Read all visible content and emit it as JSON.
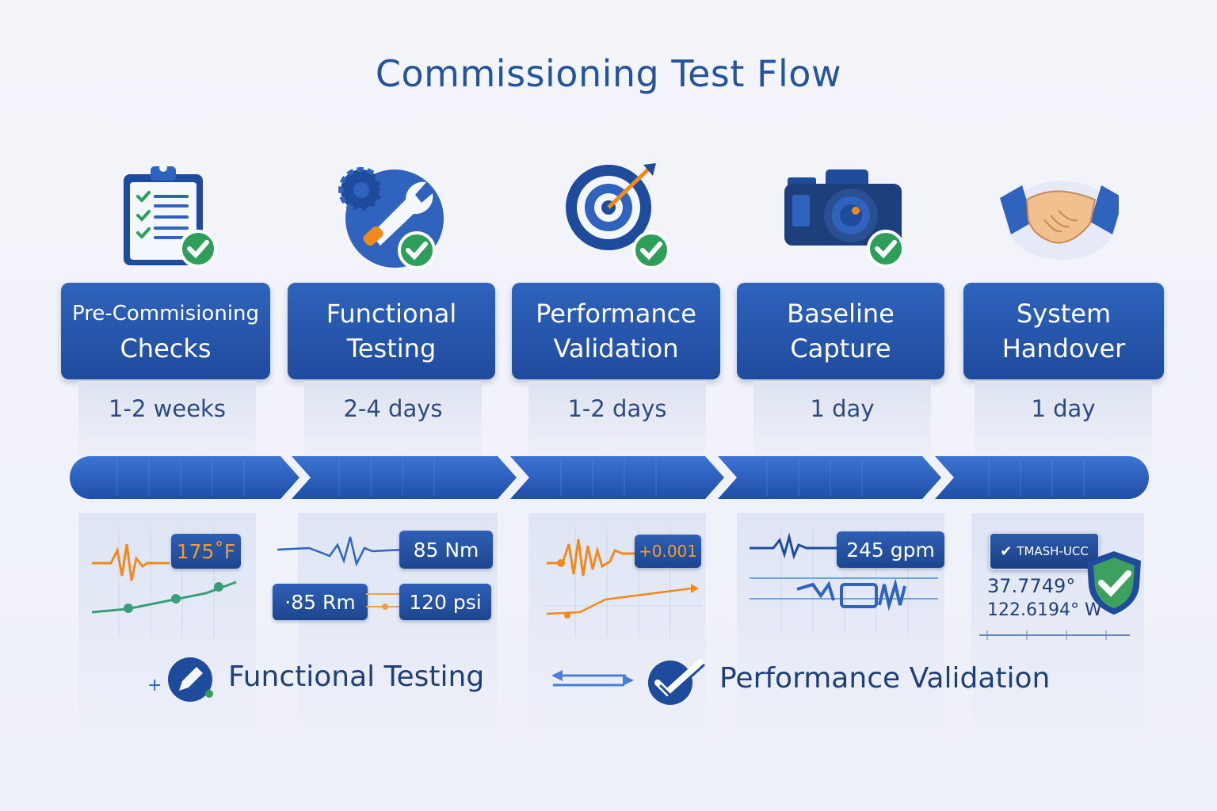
{
  "title": "Commissioning Test Flow",
  "stages": [
    {
      "label_line1": "Pre-Commisioning",
      "label_line2": "Checks",
      "duration": "1-2 weeks",
      "icon": "clipboard-check-icon"
    },
    {
      "label_line1": "Functional",
      "label_line2": "Testing",
      "duration": "2-4 days",
      "icon": "wrench-gear-icon"
    },
    {
      "label_line1": "Performance",
      "label_line2": "Validation",
      "duration": "1-2 days",
      "icon": "target-arrow-icon"
    },
    {
      "label_line1": "Baseline",
      "label_line2": "Capture",
      "duration": "1 day",
      "icon": "camera-icon"
    },
    {
      "label_line1": "System",
      "label_line2": "Handover",
      "duration": "1 day",
      "icon": "handshake-icon"
    }
  ],
  "panels": {
    "temp": "175˚F",
    "torque": "85 Nm",
    "torque2": "·85 Rm",
    "pressure": "120 psi",
    "tolerance": "+0.001",
    "flow": "245 gpm",
    "hash": "TMASH-UCC",
    "lat": "37.7749°",
    "lon": "122.6194° W"
  },
  "footer": {
    "left_label": "Functional Testing",
    "right_label": "Performance Validation"
  },
  "colors": {
    "primary": "#1f4b9c",
    "accent_orange": "#f08a1e",
    "success_green": "#2e9e5b",
    "title_blue": "#25549c"
  }
}
